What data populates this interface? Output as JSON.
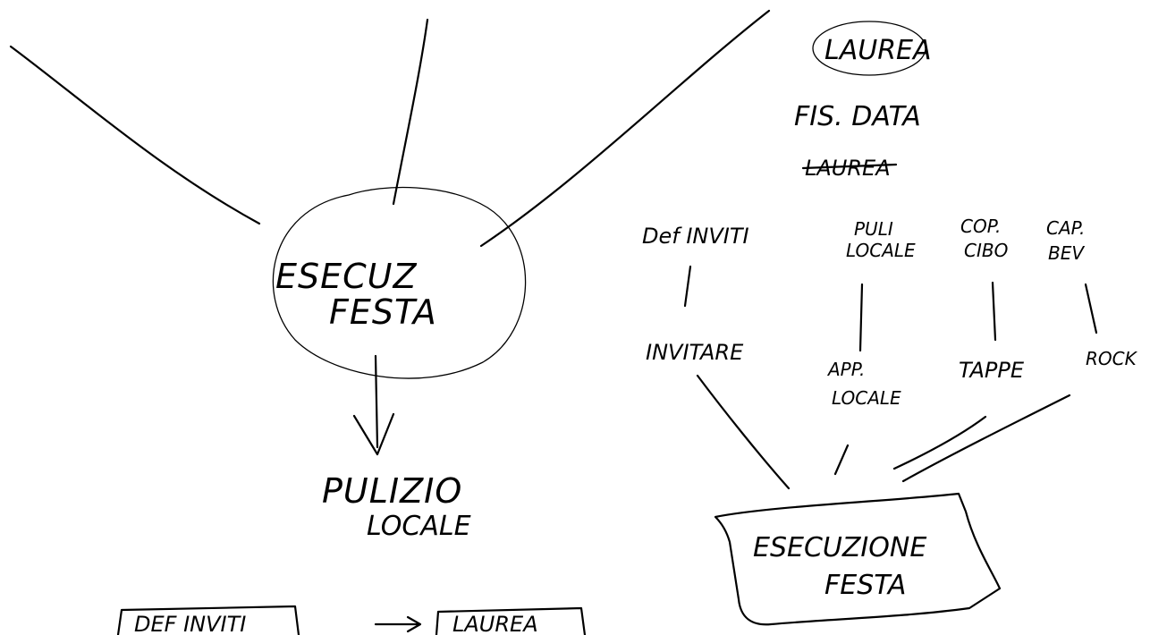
{
  "left_diagram": {
    "center_node": {
      "line1": "ESECUZ",
      "line2": "FESTA"
    },
    "arrow_target": {
      "line1": "PULIZIO",
      "line2": "LOCALE"
    },
    "bottom_box_1": "DEF INVITI",
    "bottom_box_2": "LAUREA"
  },
  "right_diagram": {
    "top_circled": "LAUREA",
    "line2": "FIS. DATA",
    "struck_out": "LAUREA",
    "top_nodes": [
      {
        "line1": "Def INVITI",
        "line2": ""
      },
      {
        "line1": "PULI",
        "line2": "LOCALE"
      },
      {
        "line1": "COP.",
        "line2": "CIBO"
      },
      {
        "line1": "CAP.",
        "line2": "BEV"
      }
    ],
    "mid_nodes": [
      {
        "line1": "INVITARE",
        "line2": ""
      },
      {
        "line1": "APP.",
        "line2": "LOCALE"
      },
      {
        "line1": "TAPPE",
        "line2": ""
      },
      {
        "line1": "ROCK",
        "line2": ""
      }
    ],
    "final_box": {
      "line1": "ESECUZIONE",
      "line2": "FESTA"
    }
  }
}
